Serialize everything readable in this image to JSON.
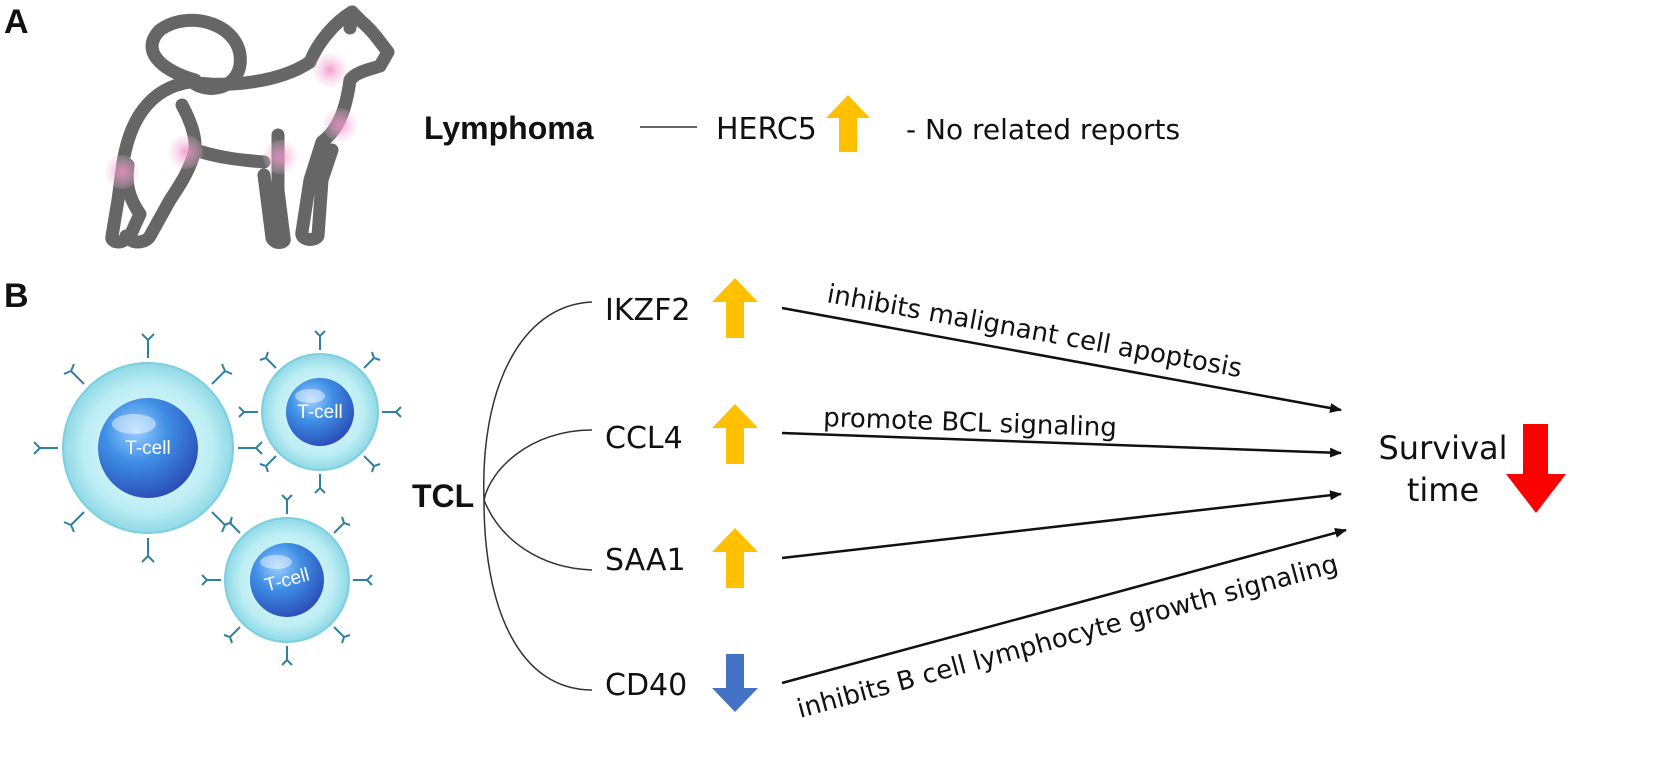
{
  "panel_a": {
    "label": "A",
    "disease": "Lymphoma",
    "gene": "HERC5",
    "gene_direction": "up",
    "note": "- No related reports"
  },
  "panel_b": {
    "label": "B",
    "disease": "TCL",
    "cell_label": "T-cell",
    "genes": [
      {
        "name": "IKZF2",
        "direction": "up"
      },
      {
        "name": "CCL4",
        "direction": "up"
      },
      {
        "name": "SAA1",
        "direction": "up"
      },
      {
        "name": "CD40",
        "direction": "down"
      }
    ],
    "effects": [
      "inhibits malignant cell apoptosis",
      "promote BCL signaling",
      "inhibits B cell lymphocyte growth signaling"
    ],
    "outcome_line1": "Survival",
    "outcome_line2": "time",
    "outcome_direction": "down"
  },
  "colors": {
    "up_arrow": "#FFC000",
    "down_arrow_gene": "#4472C4",
    "down_arrow_outcome": "#FF0000",
    "dog_outline": "#666666",
    "lymph_node": "#F4A6D2",
    "cell_body": "#BFEFF5",
    "cell_nucleus": "#3E8FE0"
  }
}
